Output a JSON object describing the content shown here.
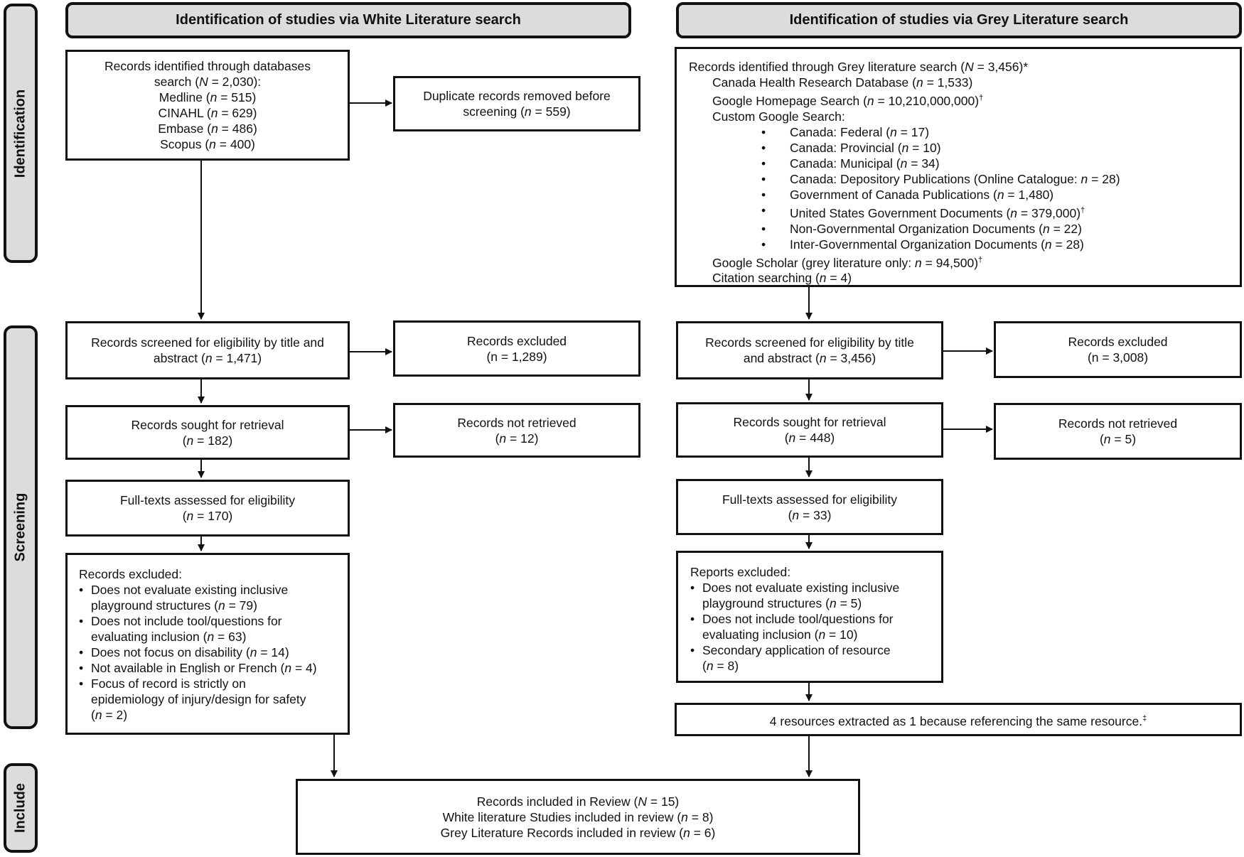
{
  "headers": {
    "white": "Identification of studies via White Literature search",
    "grey": "Identification of studies via Grey Literature search"
  },
  "sides": {
    "identification": "Identification",
    "screening": "Screening",
    "include": "Include"
  },
  "white": {
    "identified": {
      "line1": "Records identified through databases",
      "line2_pre": "search (",
      "line2_var": "N",
      "line2_post": " = 2,030):",
      "items": [
        {
          "pre": "Medline (",
          "var": "n",
          "post": " = 515)"
        },
        {
          "pre": "CINAHL (",
          "var": "n",
          "post": " = 629)"
        },
        {
          "pre": "Embase (",
          "var": "n",
          "post": " = 486)"
        },
        {
          "pre": "Scopus (",
          "var": "n",
          "post": " = 400)"
        }
      ]
    },
    "duplicates": {
      "line1": "Duplicate records removed before",
      "line2_pre": "screening (",
      "line2_var": "n",
      "line2_post": " = 559)"
    },
    "screened": {
      "line1": "Records screened for eligibility by title and",
      "line2_pre": "abstract (",
      "line2_var": "n",
      "line2_post": " = 1,471)"
    },
    "excluded": {
      "line1": "Records excluded",
      "line2": "(n = 1,289)"
    },
    "sought": {
      "line1": "Records sought for retrieval",
      "line2_pre": "(",
      "line2_var": "n",
      "line2_post": " = 182)"
    },
    "not_retrieved": {
      "line1": "Records not retrieved",
      "line2_pre": "(",
      "line2_var": "n",
      "line2_post": " = 12)"
    },
    "fulltext": {
      "line1": "Full-texts assessed for eligibility",
      "line2_pre": "(",
      "line2_var": "n",
      "line2_post": " = 170)"
    },
    "records_excluded": {
      "title": "Records excluded:",
      "items": [
        {
          "l1": "Does not evaluate existing inclusive",
          "l2_pre": "playground structures (",
          "l2_var": "n",
          "l2_post": " = 79)"
        },
        {
          "l1": "Does not include tool/questions for",
          "l2_pre": "evaluating inclusion (",
          "l2_var": "n",
          "l2_post": " = 63)"
        },
        {
          "l1_pre": "Does not focus on disability (",
          "l1_var": "n",
          "l1_post": " = 14)"
        },
        {
          "l1_pre": "Not available in English or French (",
          "l1_var": "n",
          "l1_post": " = 4)"
        },
        {
          "l1": "Focus of record is strictly on",
          "l2": "epidemiology of injury/design for safety",
          "l3_pre": "(",
          "l3_var": "n",
          "l3_post": " = 2)"
        }
      ]
    }
  },
  "grey": {
    "identified": {
      "line1_pre": "Records identified through Grey literature search (",
      "line1_var": "N",
      "line1_post": " = 3,456)*",
      "line2_pre": "Canada Health Research Database (",
      "line2_var": "n",
      "line2_post": " = 1,533)",
      "line3_pre": "Google Homepage Search (",
      "line3_var": "n",
      "line3_post": " = 10,210,000,000)",
      "line3_sup": "†",
      "line4": "Custom Google Search:",
      "bullets": [
        {
          "pre": "Canada: Federal (",
          "var": "n",
          "post": " = 17)",
          "sup": ""
        },
        {
          "pre": "Canada: Provincial (",
          "var": "n",
          "post": " = 10)",
          "sup": ""
        },
        {
          "pre": "Canada: Municipal (",
          "var": "n",
          "post": " = 34)",
          "sup": ""
        },
        {
          "pre": "Canada: Depository Publications (Online Catalogue: ",
          "var": "n",
          "post": " = 28)",
          "sup": ""
        },
        {
          "pre": "Government of Canada Publications (",
          "var": "n",
          "post": " = 1,480)",
          "sup": ""
        },
        {
          "pre": "United States Government Documents (",
          "var": "n",
          "post": " = 379,000)",
          "sup": "†"
        },
        {
          "pre": "Non-Governmental Organization Documents (",
          "var": "n",
          "post": " = 22)",
          "sup": ""
        },
        {
          "pre": "Inter-Governmental Organization Documents (",
          "var": "n",
          "post": " = 28)",
          "sup": ""
        }
      ],
      "line5_pre": "Google Scholar (grey literature only: ",
      "line5_var": "n",
      "line5_post": " = 94,500)",
      "line5_sup": "†",
      "line6_pre": "Citation searching (",
      "line6_var": "n",
      "line6_post": " = 4)"
    },
    "screened": {
      "line1": "Records screened for eligibility by title",
      "line2_pre": "and abstract (",
      "line2_var": "n",
      "line2_post": " = 3,456)"
    },
    "excluded": {
      "line1": "Records excluded",
      "line2": "(n = 3,008)"
    },
    "sought": {
      "line1": "Records sought for retrieval",
      "line2_pre": "(",
      "line2_var": "n",
      "line2_post": " = 448)"
    },
    "not_retrieved": {
      "line1": "Records not retrieved",
      "line2_pre": "(",
      "line2_var": "n",
      "line2_post": " = 5)"
    },
    "fulltext": {
      "line1": "Full-texts assessed for eligibility",
      "line2_pre": "(",
      "line2_var": "n",
      "line2_post": " = 33)"
    },
    "reports_excluded": {
      "title": "Reports excluded:",
      "items": [
        {
          "l1": "Does not evaluate existing inclusive",
          "l2_pre": "playground structures (",
          "l2_var": "n",
          "l2_post": " = 5)"
        },
        {
          "l1": "Does not include tool/questions for",
          "l2_pre": "evaluating inclusion (",
          "l2_var": "n",
          "l2_post": " = 10)"
        },
        {
          "l1": "Secondary application of resource",
          "l2_pre": "(",
          "l2_var": "n",
          "l2_post": " = 8)"
        }
      ]
    },
    "resources_note": {
      "text": "4 resources extracted as 1 because referencing the same resource.",
      "sup": "‡"
    }
  },
  "included": {
    "line1_pre": "Records included in Review (",
    "line1_var": "N",
    "line1_post": " = 15)",
    "line2_pre": "White literature Studies included in review (",
    "line2_var": "n",
    "line2_post": " = 8)",
    "line3_pre": "Grey Literature Records included in review (",
    "line3_var": "n",
    "line3_post": " = 6)"
  }
}
